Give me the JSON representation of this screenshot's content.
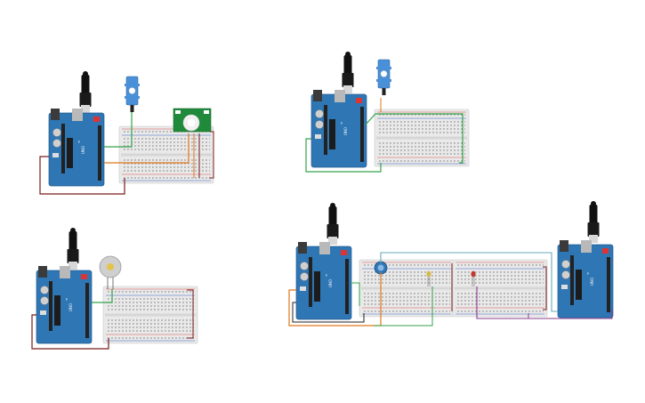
{
  "canvas": {
    "background": "#ffffff",
    "circuits": [
      {
        "id": "circuit-1",
        "components": [
          "arduino-uno",
          "usb-cable",
          "breadboard-small",
          "servo-motor",
          "pir-sensor"
        ]
      },
      {
        "id": "circuit-2",
        "components": [
          "arduino-uno",
          "usb-cable",
          "breadboard-small",
          "servo-motor"
        ]
      },
      {
        "id": "circuit-3",
        "components": [
          "arduino-uno",
          "usb-cable",
          "breadboard-small",
          "dc-motor"
        ]
      },
      {
        "id": "circuit-4",
        "components": [
          "arduino-uno",
          "arduino-uno",
          "usb-cable",
          "usb-cable",
          "breadboard-small",
          "breadboard-small",
          "potentiometer",
          "led-yellow",
          "led-red"
        ]
      }
    ],
    "board_labels": {
      "brand": "UNO",
      "logo": "∞"
    }
  },
  "colors": {
    "arduino_board": "#2f76b4",
    "breadboard": "#e9e9e9",
    "rail_red": "#d9534f",
    "rail_blue": "#3a66c4",
    "wire_green": "#34a34a",
    "wire_orange": "#e0781c",
    "wire_dark_red": "#7a1c1c",
    "wire_black": "#222222",
    "wire_purple": "#8a3b8f",
    "wire_teal": "#6aa9b8",
    "servo_blue": "#4a90d9",
    "pir_green": "#1f8a3a",
    "led_yellow": "#d4b94a",
    "led_red": "#c0392b"
  }
}
